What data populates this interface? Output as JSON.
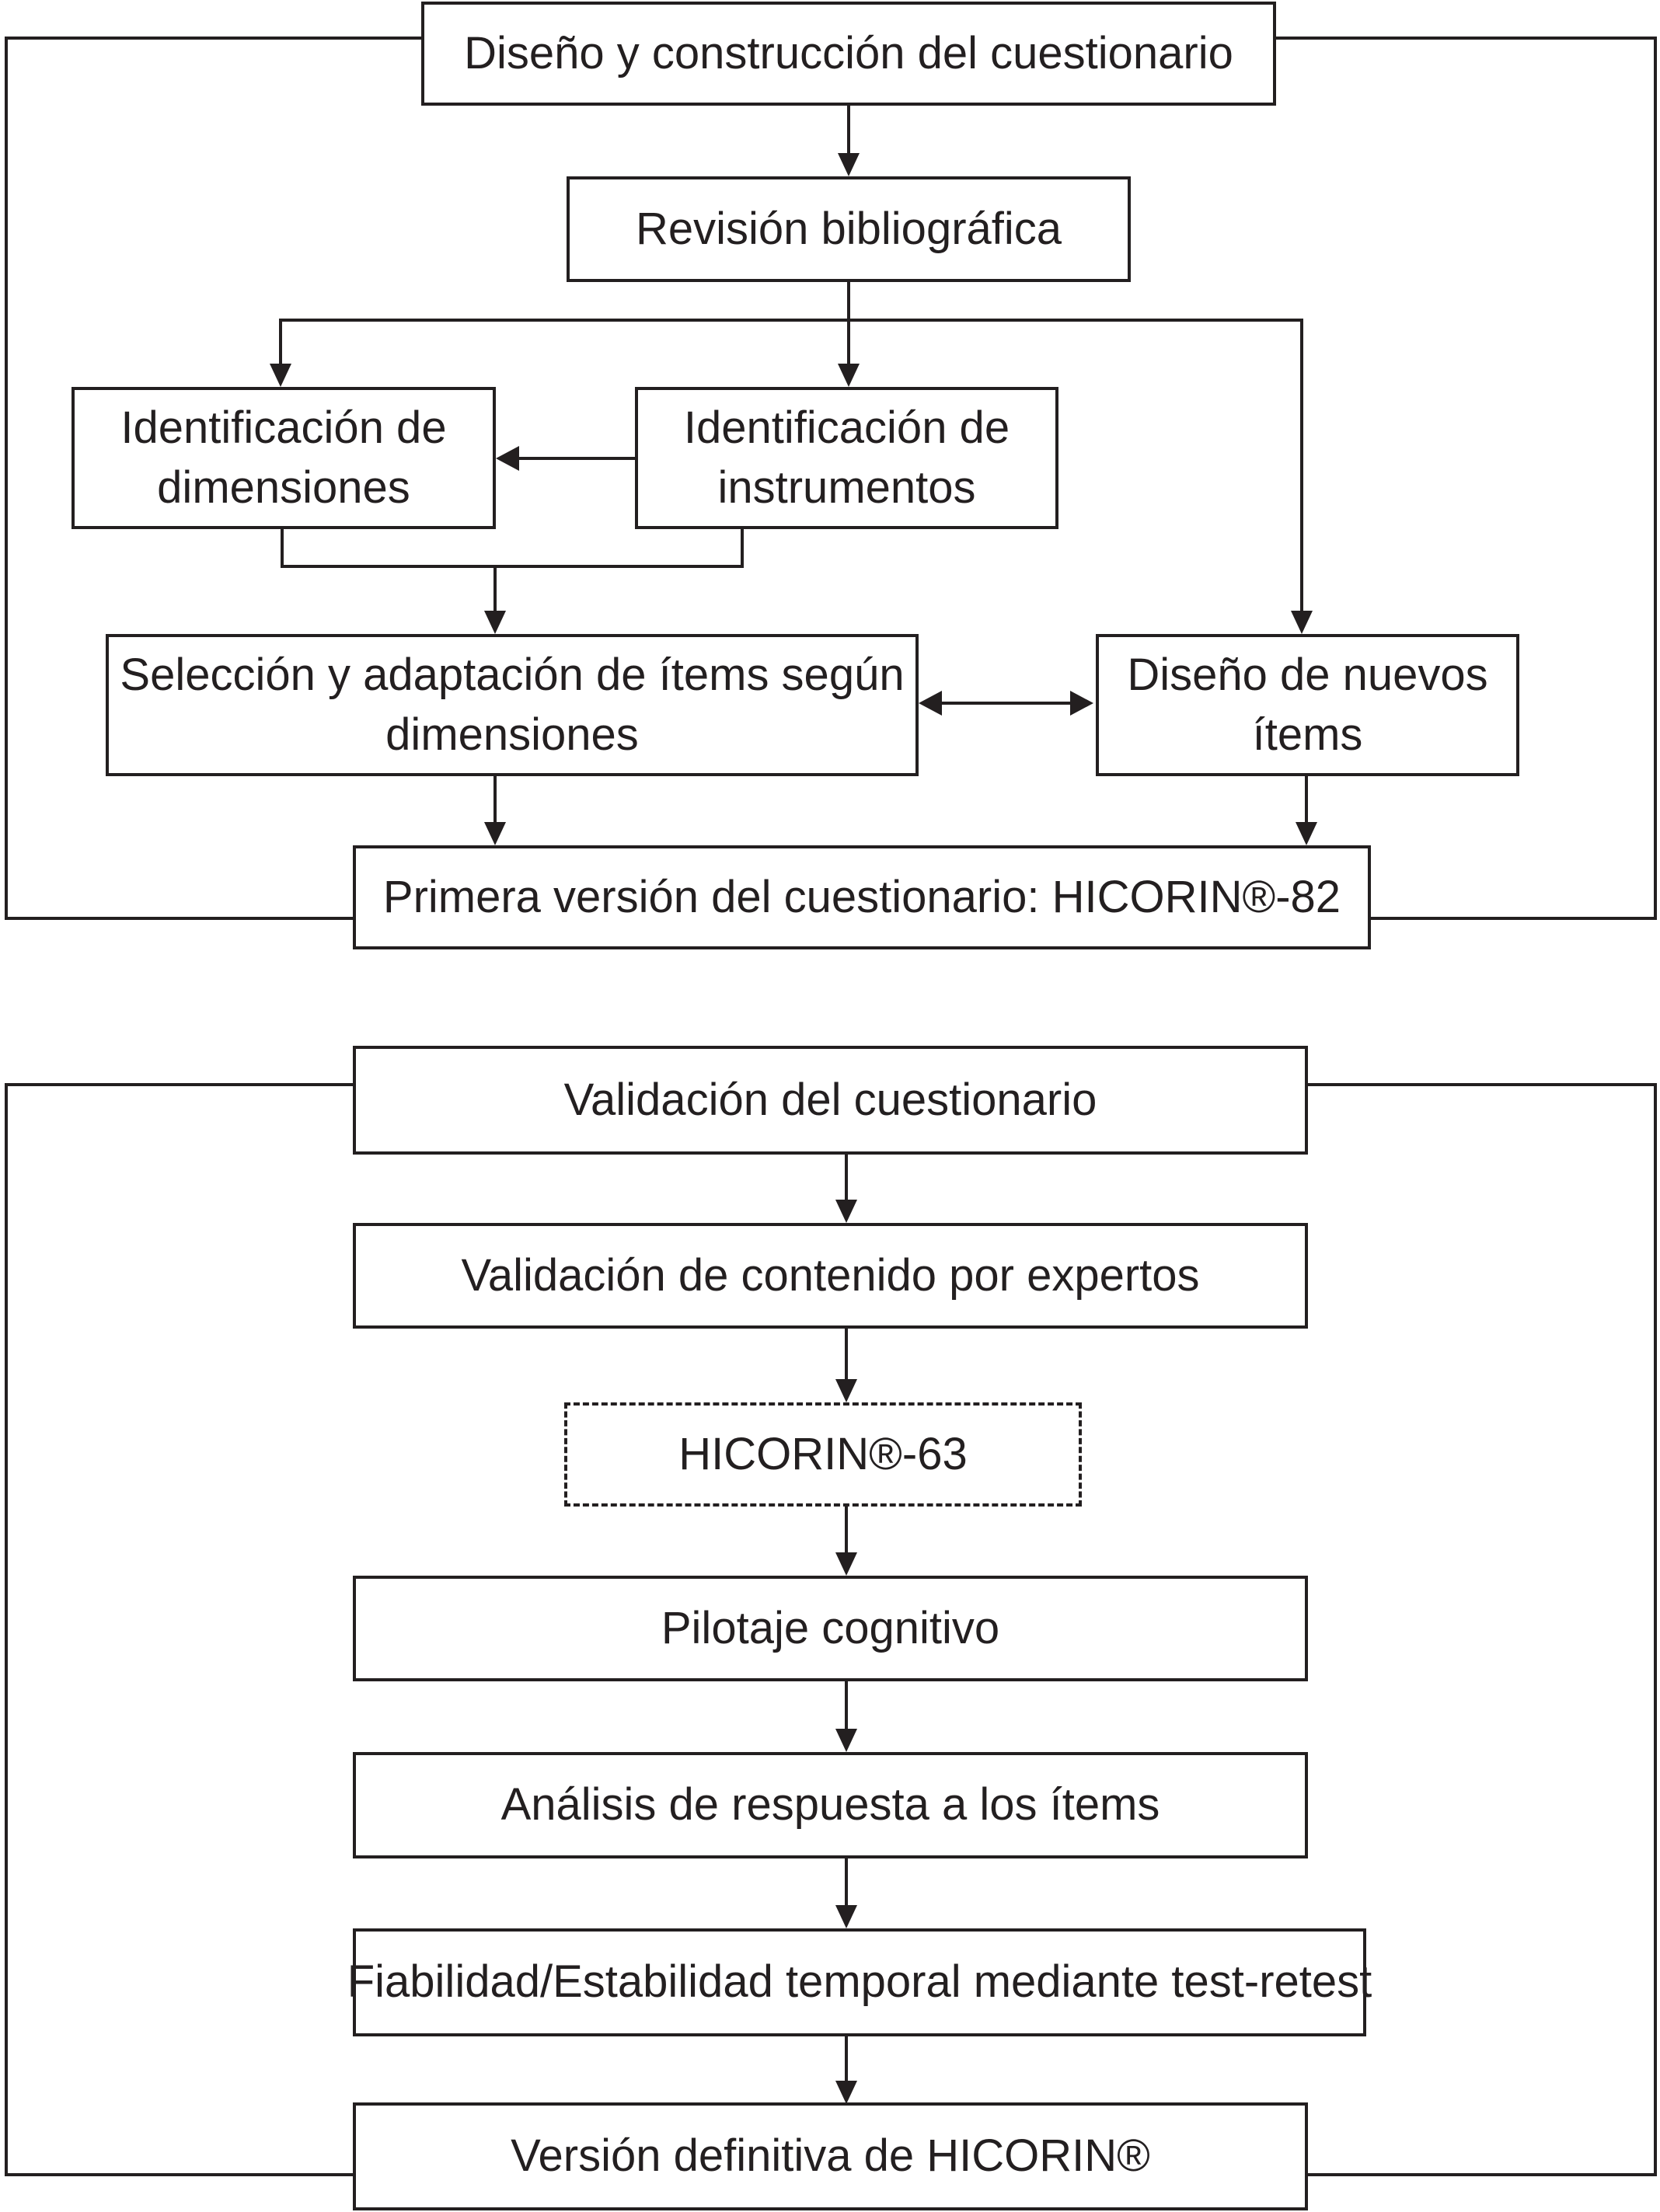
{
  "figure_type": "flowchart",
  "colors": {
    "ink": "#231f20",
    "background": "#ffffff"
  },
  "sections": {
    "construction": {
      "nodes": {
        "design": "Diseño y construcción del cuestionario",
        "literature_review": "Revisión bibliográfica",
        "dimensions": "Identificación de dimensiones",
        "instruments": "Identificación de instrumentos",
        "item_selection": "Selección y adaptación de ítems según dimensiones",
        "new_items": "Diseño de nuevos ítems",
        "first_version": "Primera versión del cuestionario: HICORIN®-82"
      }
    },
    "validation": {
      "nodes": {
        "validation": "Validación del cuestionario",
        "expert_content": "Validación de contenido por expertos",
        "hicorin_63": "HICORIN®-63",
        "cognitive_pilot": "Pilotaje cognitivo",
        "item_response": "Análisis de respuesta a los ítems",
        "reliability": "Fiabilidad/Estabilidad temporal mediante test-retest",
        "final_version": "Versión definitiva de HICORIN®"
      }
    }
  }
}
